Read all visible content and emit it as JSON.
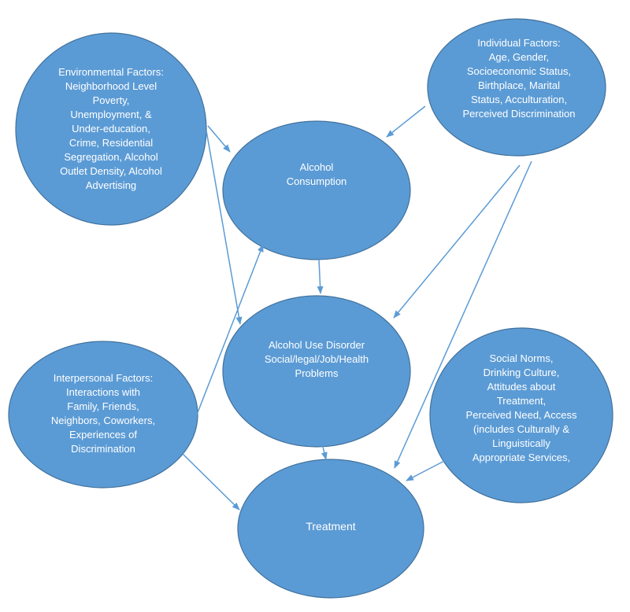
{
  "colors": {
    "node_fill": "#5b9bd5",
    "node_stroke": "#41719c",
    "arrow": "#5b9bd5",
    "text": "#ffffff"
  },
  "nodes": {
    "environmental": {
      "lines": [
        "Environmental Factors:",
        "Neighborhood Level",
        "Poverty,",
        "Unemployment, &",
        "Under-education,",
        "Crime, Residential",
        "Segregation, Alcohol",
        "Outlet Density, Alcohol",
        "Advertising"
      ]
    },
    "individual": {
      "lines": [
        "Individual Factors:",
        "Age, Gender,",
        "Socioeconomic Status,",
        "Birthplace, Marital",
        "Status, Acculturation,",
        "Perceived Discrimination"
      ]
    },
    "consumption": {
      "lines": [
        "Alcohol",
        "Consumption"
      ]
    },
    "disorder": {
      "lines": [
        "Alcohol Use Disorder",
        "Social/legal/Job/Health",
        "Problems"
      ]
    },
    "interpersonal": {
      "lines": [
        "Interpersonal Factors:",
        "Interactions with",
        "Family, Friends,",
        "Neighbors, Coworkers,",
        "Experiences of",
        "Discrimination"
      ]
    },
    "social": {
      "lines": [
        "Social Norms,",
        "Drinking Culture,",
        "Attitudes about",
        "Treatment,",
        "Perceived Need, Access",
        "(includes Culturally &",
        "Linguistically",
        "Appropriate Services,"
      ]
    },
    "treatment": {
      "lines": [
        "Treatment"
      ]
    }
  }
}
